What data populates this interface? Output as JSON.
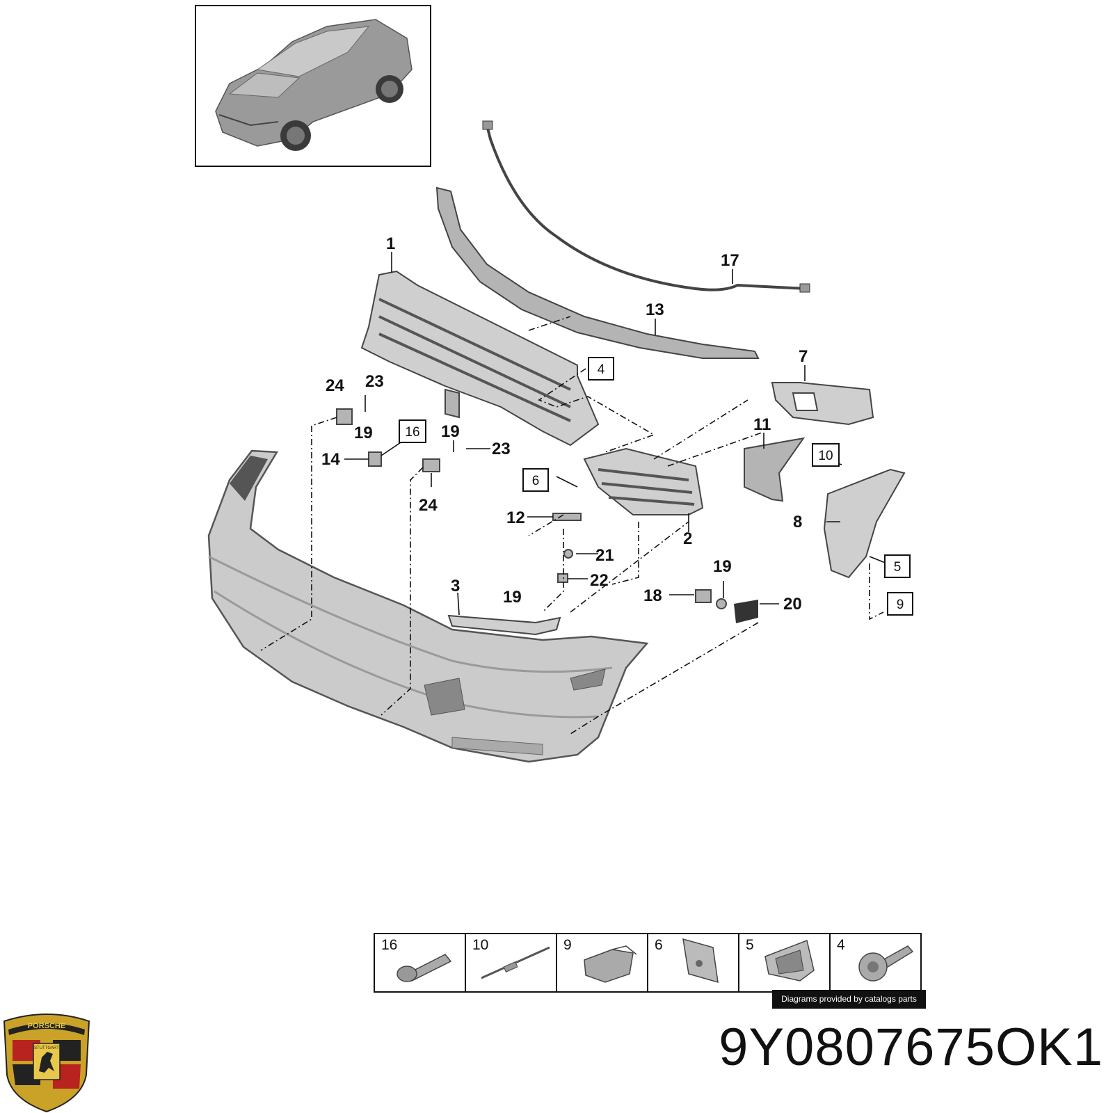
{
  "callouts": [
    {
      "id": "c1",
      "text": "1"
    },
    {
      "id": "c2",
      "text": "2"
    },
    {
      "id": "c3",
      "text": "3"
    },
    {
      "id": "c7",
      "text": "7"
    },
    {
      "id": "c8",
      "text": "8"
    },
    {
      "id": "c11",
      "text": "11"
    },
    {
      "id": "c12",
      "text": "12"
    },
    {
      "id": "c13",
      "text": "13"
    },
    {
      "id": "c14",
      "text": "14"
    },
    {
      "id": "c17",
      "text": "17"
    },
    {
      "id": "c18",
      "text": "18"
    },
    {
      "id": "c19a",
      "text": "19"
    },
    {
      "id": "c19b",
      "text": "19"
    },
    {
      "id": "c19c",
      "text": "19"
    },
    {
      "id": "c19d",
      "text": "19"
    },
    {
      "id": "c20",
      "text": "20"
    },
    {
      "id": "c21",
      "text": "21"
    },
    {
      "id": "c22",
      "text": "22"
    },
    {
      "id": "c23a",
      "text": "23"
    },
    {
      "id": "c23b",
      "text": "23"
    },
    {
      "id": "c24a",
      "text": "24"
    },
    {
      "id": "c24b",
      "text": "24"
    }
  ],
  "boxed_callouts": [
    {
      "id": "b4",
      "text": "4"
    },
    {
      "id": "b5",
      "text": "5"
    },
    {
      "id": "b6",
      "text": "6"
    },
    {
      "id": "b9",
      "text": "9"
    },
    {
      "id": "b10",
      "text": "10"
    },
    {
      "id": "b16",
      "text": "16"
    }
  ],
  "fastener_table": [
    "16",
    "10",
    "9",
    "6",
    "5",
    "4"
  ],
  "credit": "Diagrams provided by catalogs parts",
  "part_number": "9Y0807675OK1",
  "logo": {
    "name": "porsche-crest",
    "text_top": "PORSCHE",
    "text_mid": "STUTTGART"
  }
}
